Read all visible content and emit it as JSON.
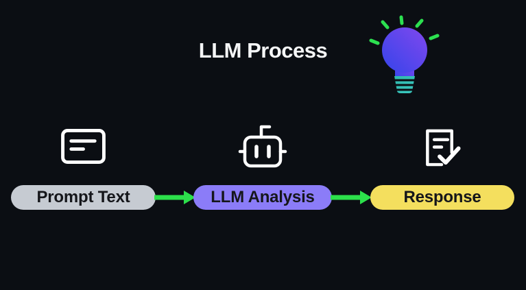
{
  "title": "LLM Process",
  "flow": {
    "stages": [
      {
        "label": "Prompt Text",
        "icon": "prompt-card-icon",
        "color": "#c6cbd2"
      },
      {
        "label": "LLM Analysis",
        "icon": "robot-icon",
        "color": "#8b7cf8"
      },
      {
        "label": "Response",
        "icon": "document-check-icon",
        "color": "#f4df5e"
      }
    ],
    "connector": {
      "icon": "arrow-right-icon",
      "color": "#2ce04b"
    }
  },
  "decoration": {
    "icon": "lightbulb-icon",
    "bulb_gradient_start": "#3544ea",
    "bulb_gradient_end": "#8148ee",
    "base_color": "#2fb8ac",
    "rays_color": "#2ce050"
  },
  "colors": {
    "background": "#0b0e13",
    "title_text": "#f5f6f7",
    "pill_text": "#15161a",
    "icon_stroke": "#ffffff",
    "arrow_green": "#2ce04b"
  }
}
